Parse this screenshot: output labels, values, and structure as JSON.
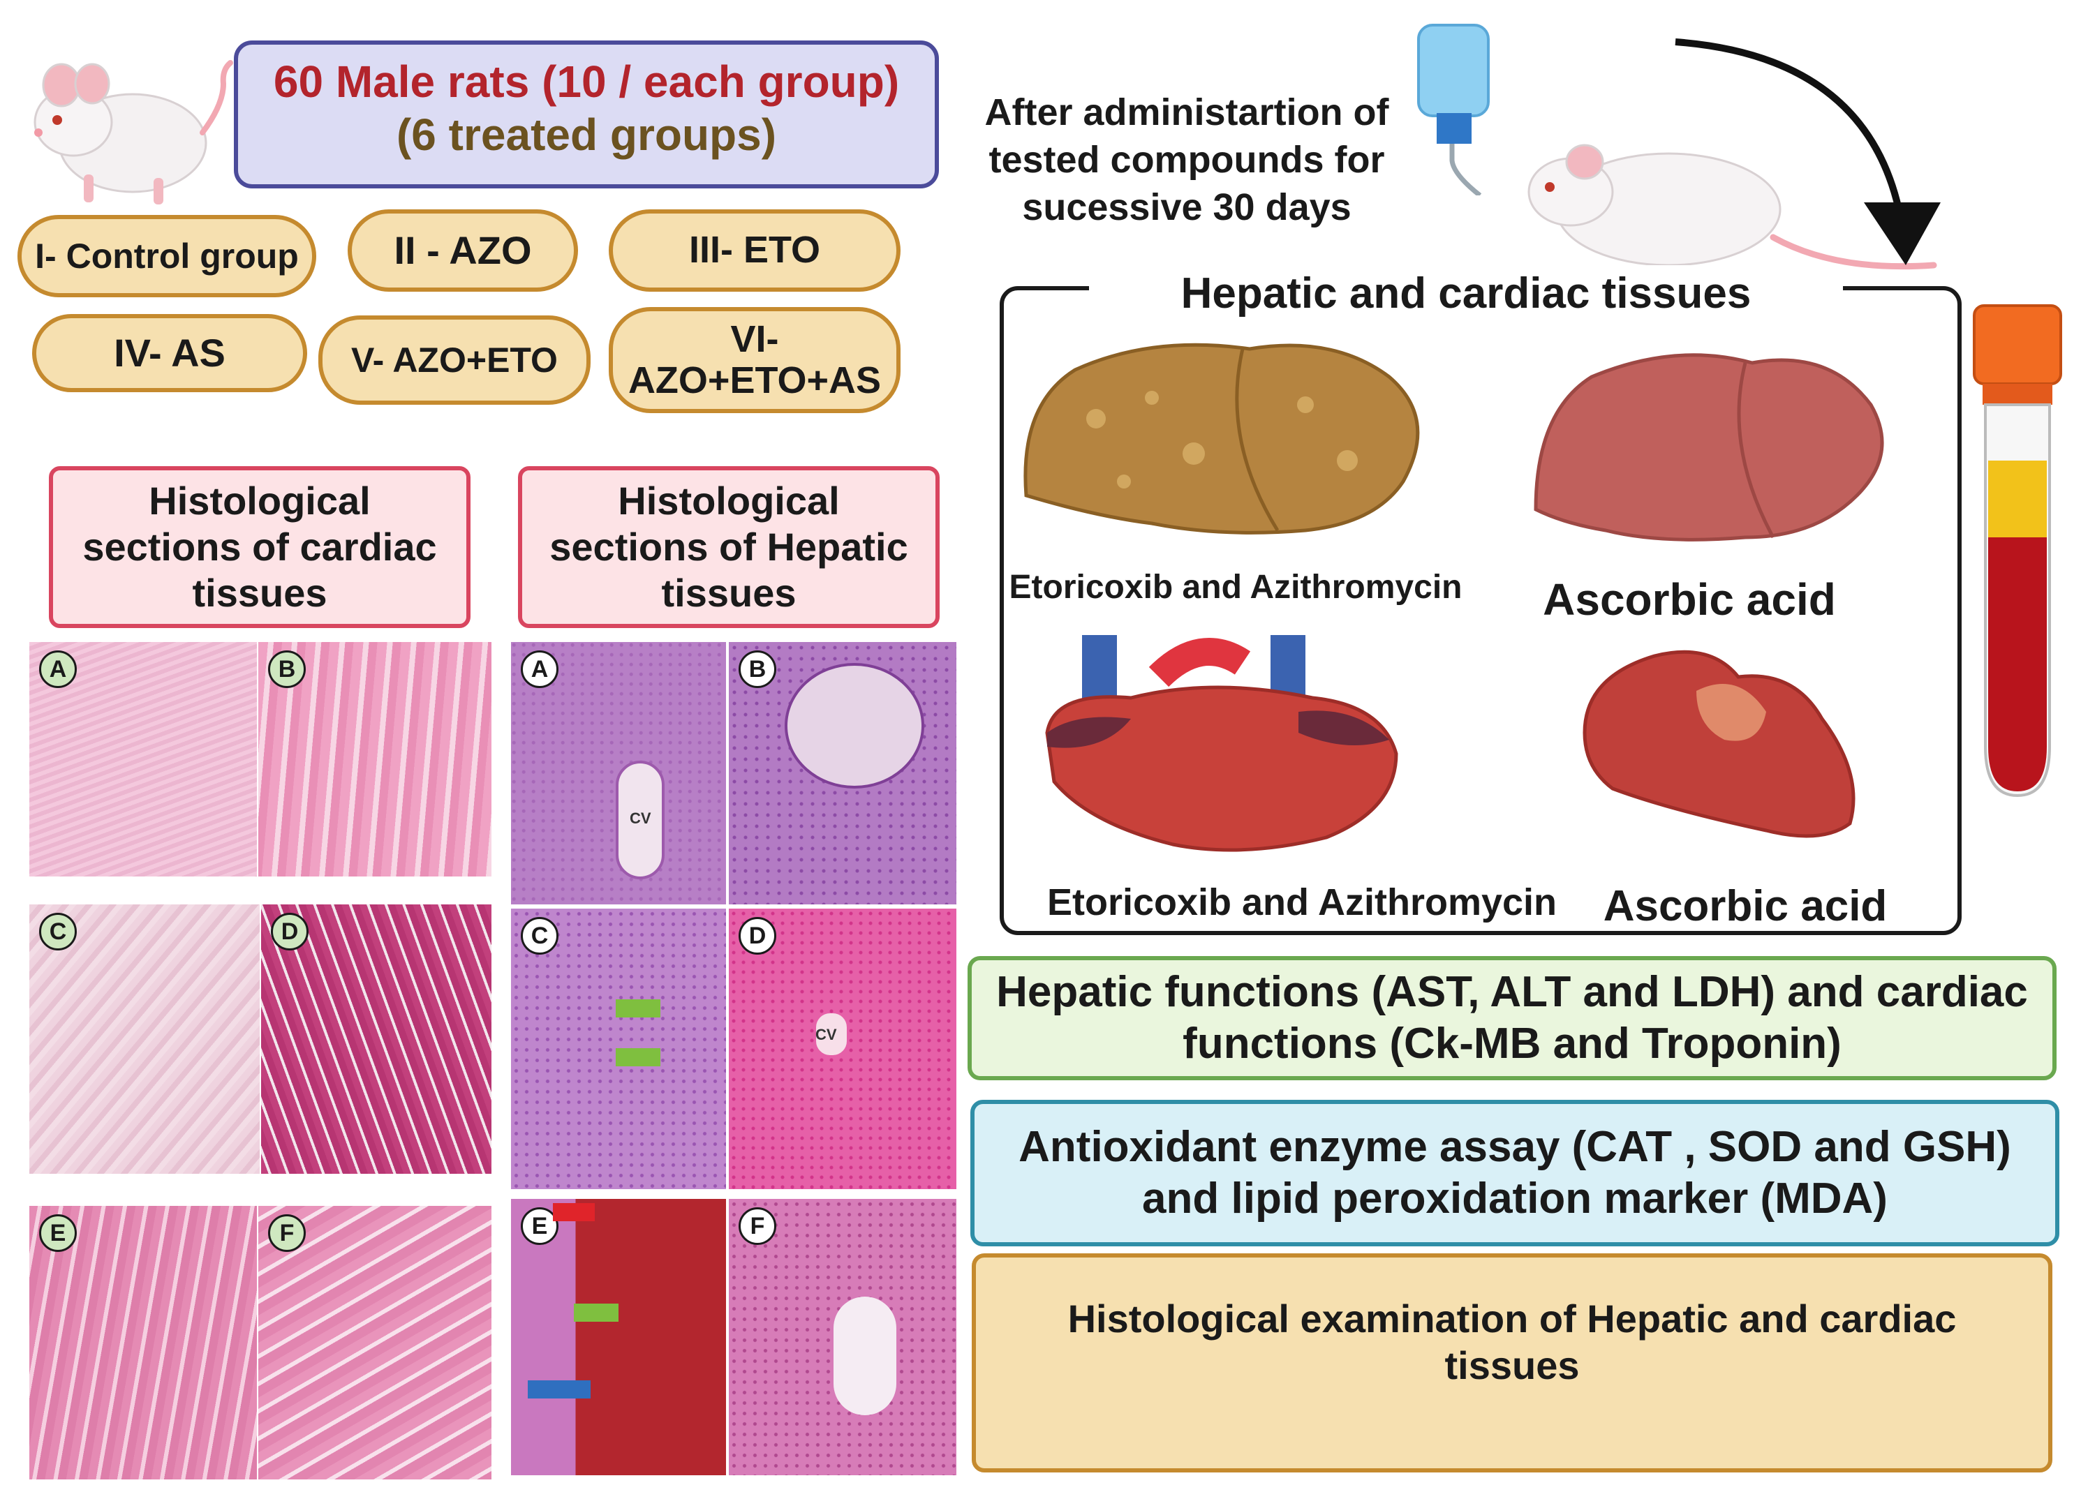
{
  "header": {
    "line1": "60 Male rats (10  / each group)",
    "line2": "(6 treated groups)"
  },
  "groups": [
    "I- Control group",
    "II - AZO",
    "III- ETO",
    "IV- AS",
    "V- AZO+ETO",
    "VI-\nAZO+ETO+AS"
  ],
  "admin": {
    "line1": "After administartion of",
    "line2": "tested compounds for",
    "line3": "sucessive 30 days"
  },
  "tissues": {
    "title": "Hepatic and cardiac tissues",
    "liver_eto_label": "Etoricoxib and Azithromycin",
    "liver_as_label": "Ascorbic acid",
    "heart_eto_label": "Etoricoxib and Azithromycin",
    "heart_as_label": "Ascorbic acid"
  },
  "histo": {
    "cardiac_header": "Histological sections of cardiac tissues",
    "hepatic_header": "Histological sections of Hepatic tissues",
    "cardiac_panels": [
      "A",
      "B",
      "C",
      "D",
      "E",
      "F"
    ],
    "hepatic_panels": [
      "A",
      "B",
      "C",
      "D",
      "E",
      "F"
    ],
    "cv_label": "CV"
  },
  "assays": {
    "hepatic_cardiac": "Hepatic functions (AST, ALT and LDH) and cardiac functions (Ck-MB and Troponin)",
    "antioxidant": "Antioxidant enzyme assay (CAT , SOD and GSH) and lipid peroxidation marker (MDA)",
    "histological": "Histological examination of Hepatic and cardiac tissues"
  },
  "colors": {
    "header_fill": "#dcdcf4",
    "header_border": "#4b4b9a",
    "header_line1": "#b3242c",
    "header_line2": "#6b5220",
    "pill_fill": "#f6e0b0",
    "pill_border": "#c58a2e",
    "histo_fill": "#fde3e6",
    "histo_border": "#d9455f",
    "assay1_fill": "#eaf6dd",
    "assay1_border": "#6aa84f",
    "assay2_fill": "#d9f0f7",
    "assay2_border": "#2f8ea7",
    "assay3_fill": "#f6e0b0",
    "assay3_border": "#c58a2e"
  }
}
